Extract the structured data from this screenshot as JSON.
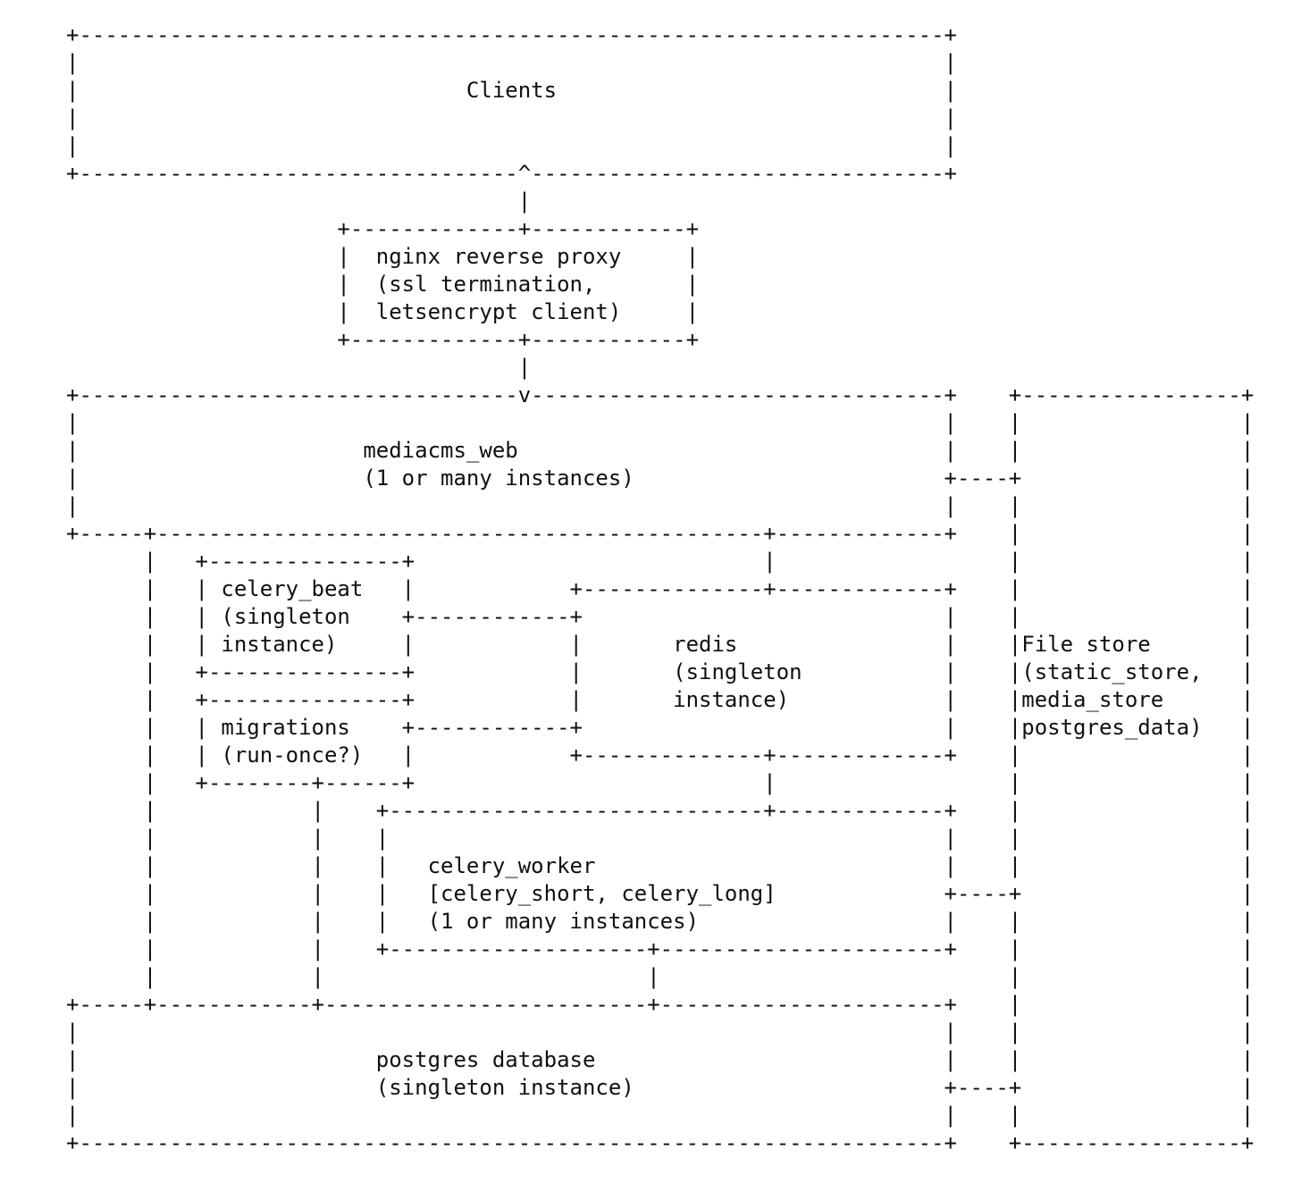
{
  "meta": {
    "background_color": "#ffffff",
    "ink_color": "#101010",
    "kind": "ascii-architecture-diagram"
  },
  "diagram": {
    "nodes": [
      {
        "id": "clients",
        "label": "Clients"
      },
      {
        "id": "nginx",
        "label": "nginx reverse proxy (ssl termination, letsencrypt client)"
      },
      {
        "id": "mediacms_web",
        "label": "mediacms_web (1 or many instances)"
      },
      {
        "id": "celery_beat",
        "label": "celery_beat (singleton instance)"
      },
      {
        "id": "redis",
        "label": "redis (singleton instance)"
      },
      {
        "id": "migrations",
        "label": "migrations (run-once?)"
      },
      {
        "id": "celery_worker",
        "label": "celery_worker [celery_short, celery_long] (1 or many instances)"
      },
      {
        "id": "postgres",
        "label": "postgres database (singleton instance)"
      },
      {
        "id": "file_store",
        "label": "File store (static_store, media_store postgres_data)"
      }
    ],
    "ascii_lines": [
      "+-------------------------------------------------------------------+",
      "|                                                                   |",
      "|                              Clients                              |",
      "|                                                                   |",
      "|                                                                   |",
      "+----------------------------------^--------------------------------+",
      "                                   |",
      "                     +-------------+------------+",
      "                     |  nginx reverse proxy     |",
      "                     |  (ssl termination,       |",
      "                     |  letsencrypt client)     |",
      "                     +-------------+------------+",
      "                                   |",
      "+----------------------------------v--------------------------------+    +-----------------+",
      "|                                                                   |    |                 |",
      "|                      mediacms_web                                 |    |                 |",
      "|                      (1 or many instances)                        +----+                 |",
      "|                                                                   |    |                 |",
      "+-----+-----------------------------------------------+-------------+    |                 |",
      "      |   +---------------+                           |                  |                 |",
      "      |   | celery_beat   |            +--------------+-------------+    |                 |",
      "      |   | (singleton    +------------+                            |    |                 |",
      "      |   | instance)     |            |       redis                |    |File store       |",
      "      |   +---------------+            |       (singleton           |    |(static_store,   |",
      "      |   +---------------+            |       instance)            |    |media_store      |",
      "      |   | migrations    +------------+                            |    |postgres_data)   |",
      "      |   | (run-once?)   |            +--------------+-------------+    |                 |",
      "      |   +--------+------+                           |                  |                 |",
      "      |            |    +-----------------------------+-------------+    |                 |",
      "      |            |    |                                           |    |                 |",
      "      |            |    |   celery_worker                           |    |                 |",
      "      |            |    |   [celery_short, celery_long]             +----+                 |",
      "      |            |    |   (1 or many instances)                   |    |                 |",
      "      |            |    +--------------------+----------------------+    |                 |",
      "      |            |                         |                           |                 |",
      "+-----+------------+-------------------------+----------------------+    |                 |",
      "|                                                                   |    |                 |",
      "|                       postgres database                           |    |                 |",
      "|                       (singleton instance)                        +----+                 |",
      "|                                                                   |    |                 |",
      "+-------------------------------------------------------------------+    +-----------------+"
    ]
  }
}
